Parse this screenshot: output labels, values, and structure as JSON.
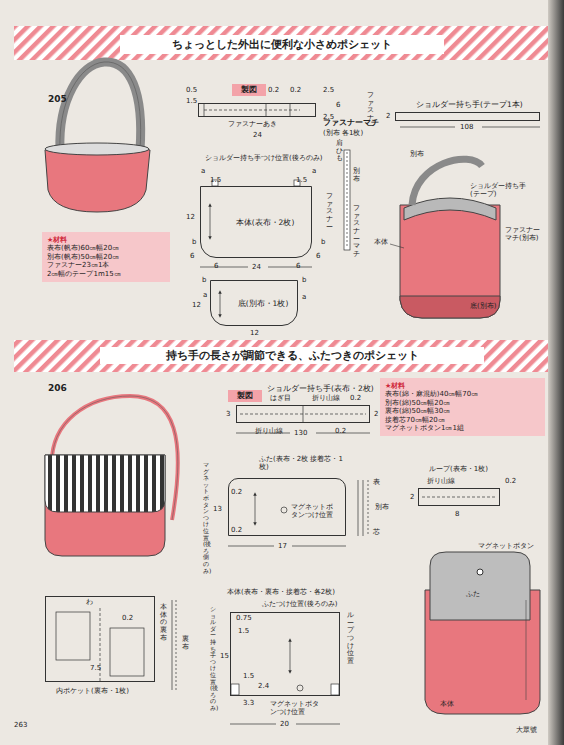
{
  "diagram": {
    "title": "ちょっとした外出に便利な小さめポシェット",
    "nodes": [
      {
        "text": [
          "製図"
        ]
      },
      {
        "text": [
          "★材料",
          "表布(帆布)60㎝幅20㎝",
          "別布(帆布)50㎝幅20㎝",
          "ファスナー23㎝1本",
          "2㎝幅のテープ1m15㎝"
        ]
      },
      {
        "text": [
          "ファスナーマチ",
          "(別布 各1枚)"
        ]
      },
      {
        "text": [
          "ショルダー持ち手(テープ1本)"
        ]
      },
      {
        "text": [
          "本体(表布・2枚)"
        ]
      },
      {
        "text": [
          "底(別布・1枚)"
        ]
      },
      {
        "text": [
          "持ち手の長さが調節できる、ふたつきのポシェット"
        ]
      },
      {
        "text": [
          "製図"
        ]
      },
      {
        "text": [
          "★材料",
          "表布(綿・麻混紡)40㎝幅70㎝",
          "別布(綿)50㎝幅20㎝",
          "裏布(綿)50㎝幅30㎝",
          "接着芯70㎝幅20㎝",
          "マグネットボタン1㎝1組"
        ]
      },
      {
        "text": [
          "ショルダー持ち手(表布・2枚)"
        ]
      },
      {
        "text": [
          "ふた(表布・2枚 接着芯・1枚)"
        ]
      },
      {
        "text": [
          "ループ(表布・1枚)"
        ]
      },
      {
        "text": [
          "本体(表布・裏布・接着芯・各2枚)"
        ]
      },
      {
        "text": [
          "内ポケット(裏布・1枚)"
        ]
      }
    ],
    "labels": [
      "205",
      "0.5",
      "1.5",
      "0.2",
      "0.2",
      "2.5",
      "6",
      "2.5",
      "ファスナーあき",
      "24",
      "ファスナー",
      "2",
      "108",
      "a",
      "1.5",
      "1.5",
      "a",
      "12",
      "6",
      "6",
      "6",
      "6",
      "b",
      "b",
      "24",
      "b",
      "a",
      "12",
      "b",
      "a",
      "12",
      "肩ひも",
      "別布",
      "ファスナー",
      "ファスナーマチ",
      "別布",
      "ショルダー持ち手(テープ)",
      "本体",
      "ファスナーマチ(別布)",
      "底(別布)",
      "206",
      "3",
      "はぎ目",
      "折り山線",
      "0.2",
      "折り山線",
      "0.2",
      "2",
      "130",
      "マグネットボタンつけ位置(後ろ側のみ)",
      "13",
      "0.2",
      "マグネットボタンつけ位置",
      "0.2",
      "17",
      "表",
      "別布",
      "芯",
      "折り山線",
      "0.2",
      "2",
      "8",
      "マグネットボタン",
      "ふた",
      "本体",
      "ふたつけ位置(後ろのみ)",
      "0.75",
      "1.5",
      "ショルダー持ち手つけ位置(後ろのみ)",
      "15",
      "ループつけ位置",
      "1.5",
      "2.4",
      "3.3",
      "マグネットボタンつけ位置",
      "20",
      "わ",
      "0.2",
      "7.5",
      "本体の裏布",
      "裏布",
      "263",
      "大眾號",
      "ショルダー持ち手つけ位置(後ろのみ)"
    ]
  }
}
